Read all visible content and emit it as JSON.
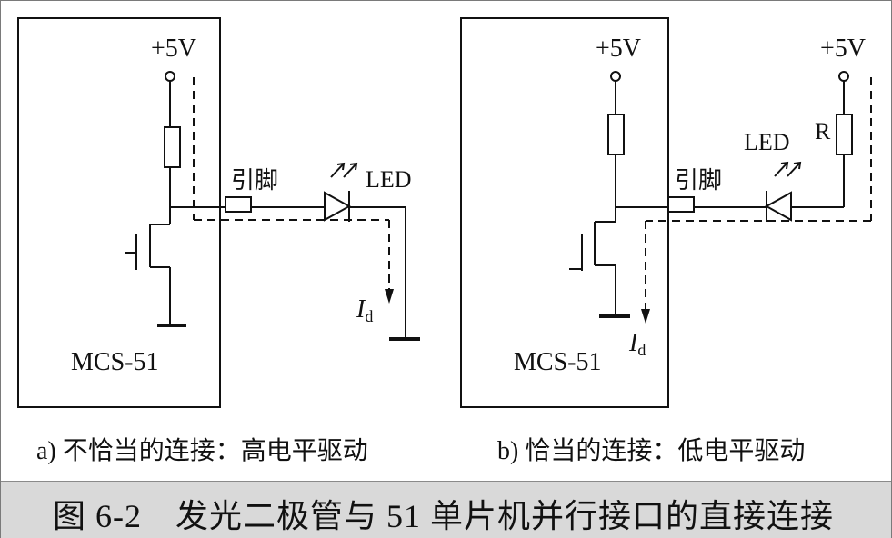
{
  "left": {
    "supply": "+5V",
    "pin": "引脚",
    "led": "LED",
    "current": "I",
    "current_sub": "d",
    "chip": "MCS-51",
    "caption": "a) 不恰当的连接：高电平驱动"
  },
  "right": {
    "supply_chip": "+5V",
    "supply_ext": "+5V",
    "resistor": "R",
    "pin": "引脚",
    "led": "LED",
    "current": "I",
    "current_sub": "d",
    "chip": "MCS-51",
    "caption": "b) 恰当的连接：低电平驱动"
  },
  "figure_title": "图 6-2　发光二极管与 51 单片机并行接口的直接连接",
  "colors": {
    "line": "#111111",
    "caption_bar": "#d9d9d9"
  }
}
